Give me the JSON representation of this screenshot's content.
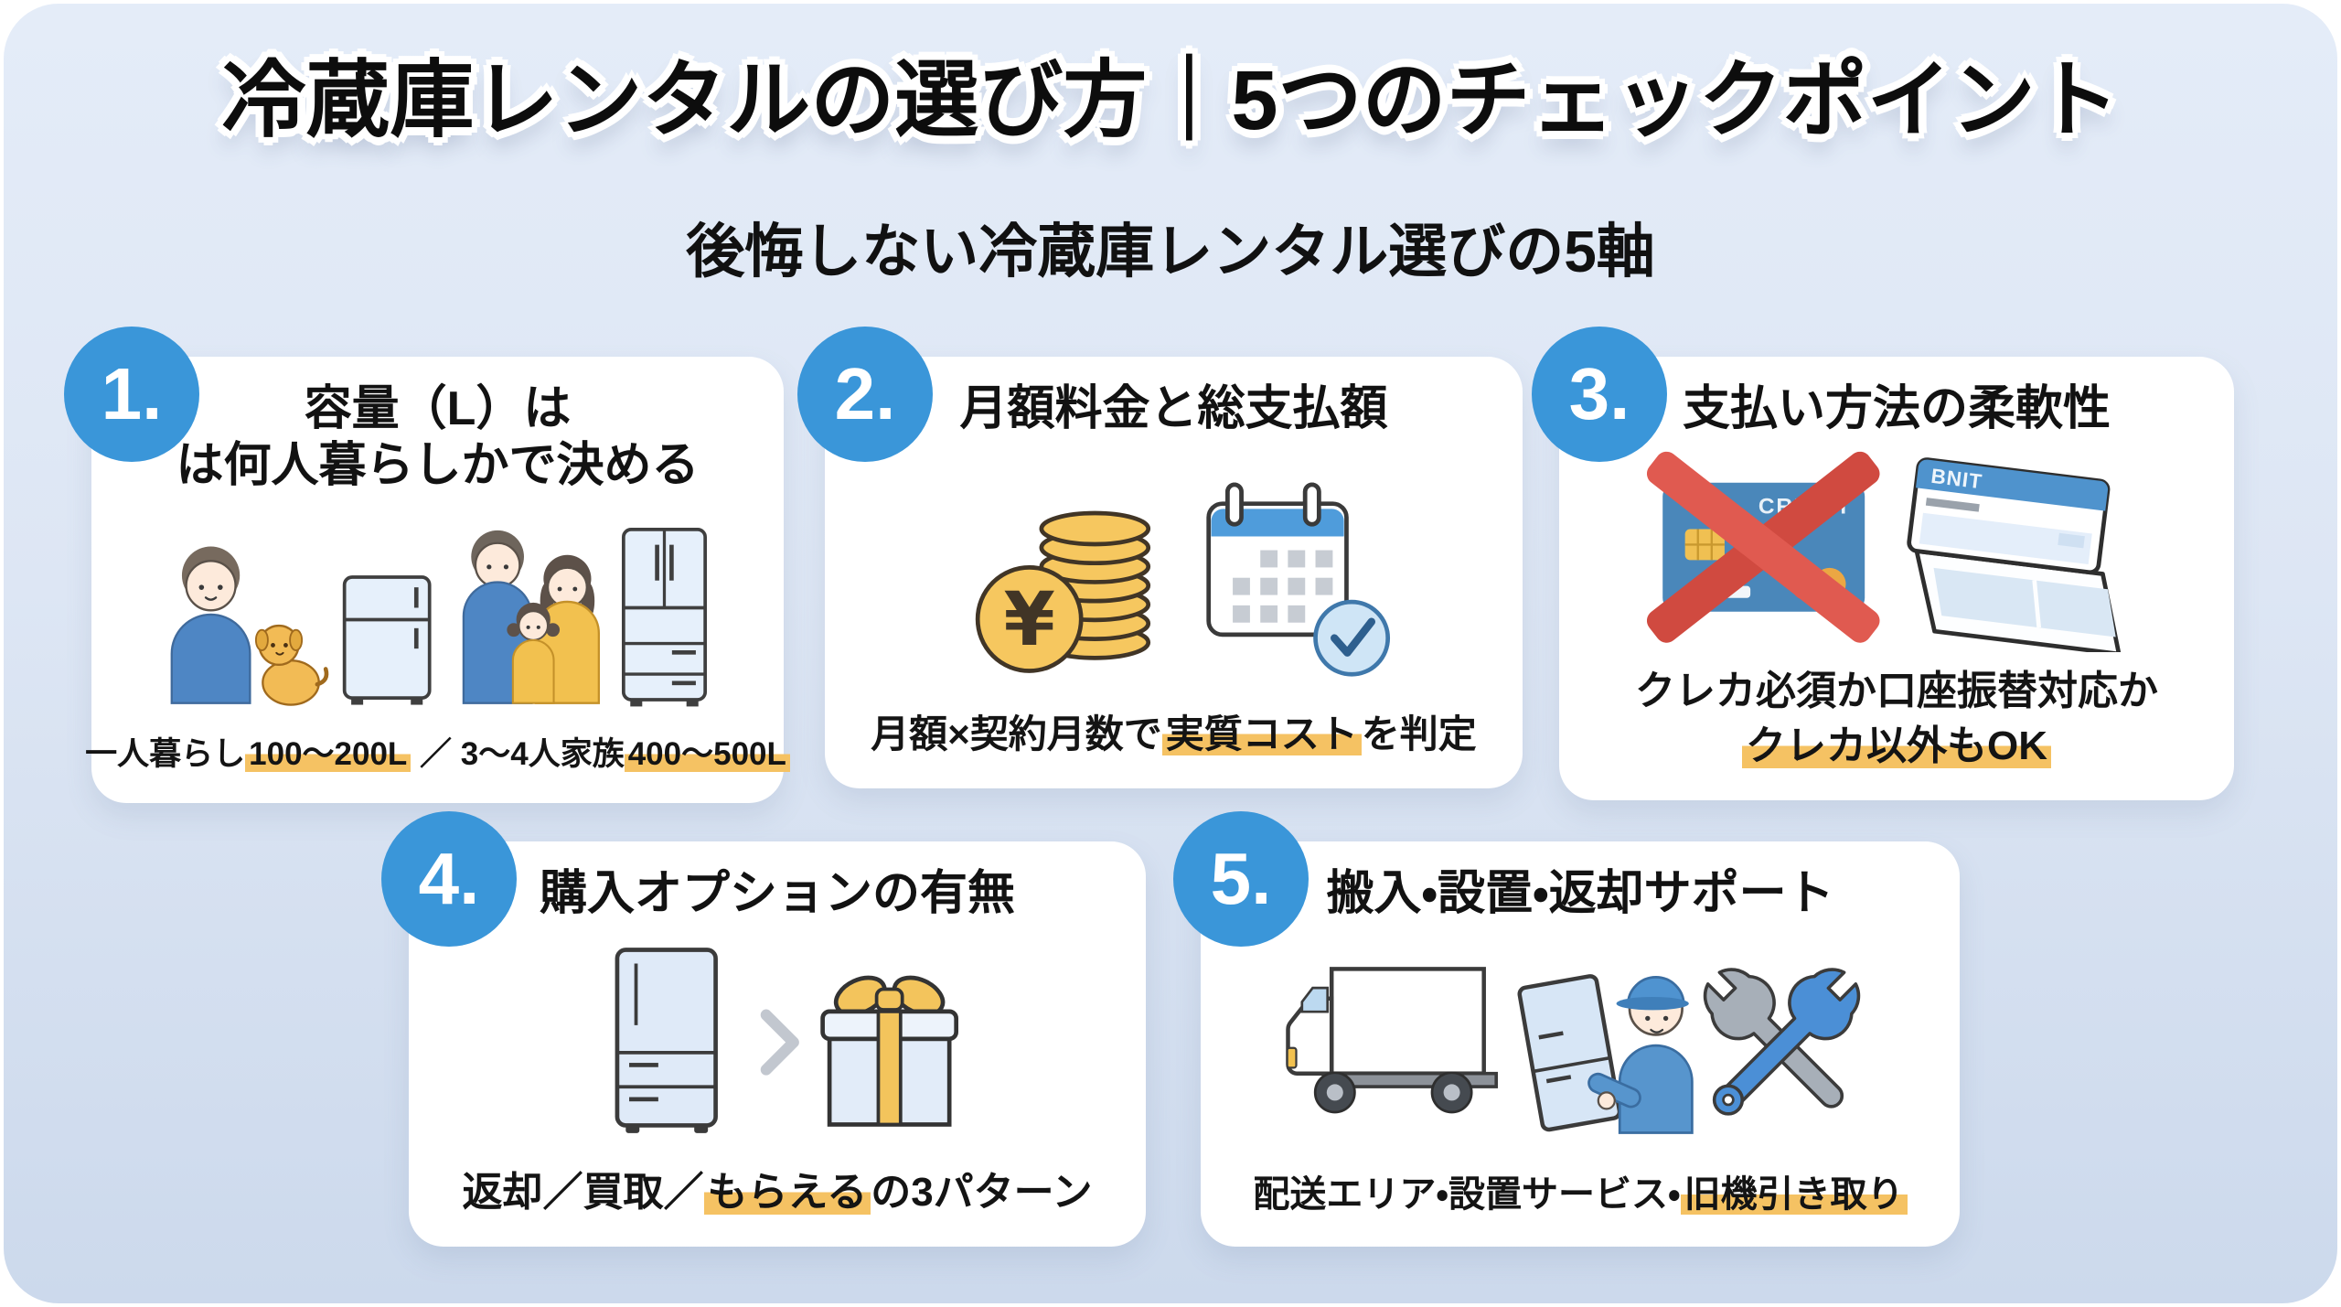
{
  "page": {
    "title": "冷蔵庫レンタルの選び方｜5つのチェックポイント",
    "subtitle": "後悔しない冷蔵庫レンタル選びの5軸"
  },
  "colors": {
    "accent_blue": "#3a96d9",
    "highlight_yellow": "#f5c263",
    "background_top": "#e4ecf8",
    "background_bottom": "#ccd9ec",
    "card_background": "#ffffff",
    "text_black": "#111111",
    "cross_red": "#e05a50"
  },
  "cards": [
    {
      "number": "1.",
      "title_lines": [
        "容量（L）は",
        "は何人暮らしかで決める"
      ],
      "caption": [
        [
          {
            "text": "一人暮らし",
            "hl": false
          },
          {
            "text": "100〜200L",
            "hl": true
          },
          {
            "text": " ／ 3〜4人家族",
            "hl": false
          },
          {
            "text": "400〜500L",
            "hl": true
          }
        ]
      ],
      "icons": [
        "person-with-dog-icon",
        "small-fridge-icon",
        "family-icon",
        "large-fridge-icon"
      ]
    },
    {
      "number": "2.",
      "title_lines": [
        "月額料金と総支払額"
      ],
      "caption": [
        [
          {
            "text": "月額×契約月数で",
            "hl": false
          },
          {
            "text": "実質コスト",
            "hl": true
          },
          {
            "text": "を判定",
            "hl": false
          }
        ]
      ],
      "icons": [
        "yen-coins-icon",
        "calendar-check-icon"
      ],
      "icon_labels": {
        "yen": "¥"
      }
    },
    {
      "number": "3.",
      "title_lines": [
        "支払い方法の柔軟性"
      ],
      "caption": [
        [
          {
            "text": "クレカ必須か口座振替対応か",
            "hl": false
          }
        ],
        [
          {
            "text": "クレカ以外もOK",
            "hl": true
          }
        ]
      ],
      "icons": [
        "credit-card-crossed-icon",
        "bank-passbook-icon"
      ],
      "icon_labels": {
        "credit": "CREDIT",
        "passbook": "BNIT"
      }
    },
    {
      "number": "4.",
      "title_lines": [
        "購入オプションの有無"
      ],
      "caption": [
        [
          {
            "text": "返却／買取／",
            "hl": false
          },
          {
            "text": "もらえる",
            "hl": true
          },
          {
            "text": "の3パターン",
            "hl": false
          }
        ]
      ],
      "icons": [
        "fridge-icon",
        "chevron-right-icon",
        "gift-box-icon"
      ]
    },
    {
      "number": "5.",
      "title_lines": [
        "搬入・設置・返却サポート"
      ],
      "caption": [
        [
          {
            "text": "配送エリア・設置サービス・",
            "hl": false
          },
          {
            "text": "旧機引き取り",
            "hl": true
          }
        ]
      ],
      "icons": [
        "delivery-truck-icon",
        "worker-carrying-fridge-icon",
        "crossed-wrenches-icon"
      ]
    }
  ]
}
